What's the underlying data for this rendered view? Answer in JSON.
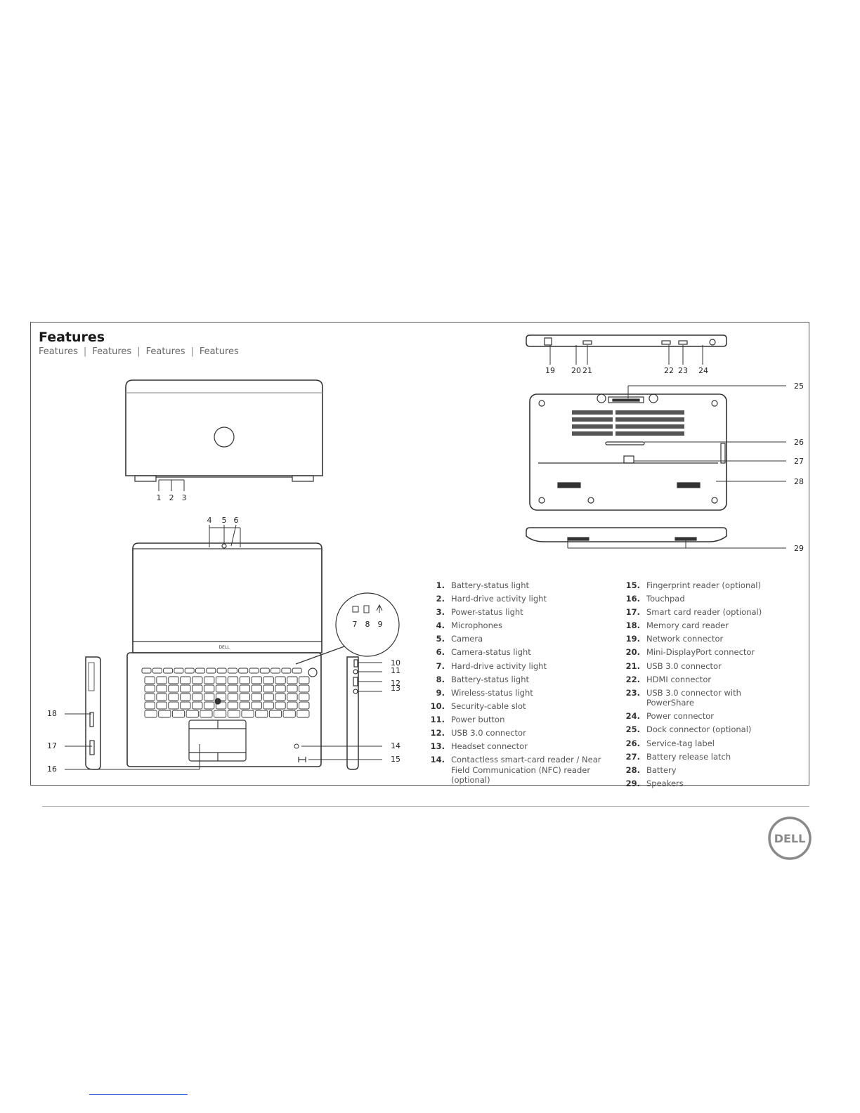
{
  "header": {
    "title": "Features",
    "breadcrumb": [
      "Features",
      "Features",
      "Features",
      "Features"
    ]
  },
  "logo_text": "DELL",
  "callouts": [
    "1",
    "2",
    "3",
    "4",
    "5",
    "6",
    "7",
    "8",
    "9",
    "10",
    "11",
    "12",
    "13",
    "14",
    "15",
    "16",
    "17",
    "18",
    "19",
    "20",
    "21",
    "22",
    "23",
    "24",
    "25",
    "26",
    "27",
    "28",
    "29"
  ],
  "legend": {
    "left": [
      {
        "num": "1.",
        "text": "Battery-status light"
      },
      {
        "num": "2.",
        "text": "Hard-drive activity light"
      },
      {
        "num": "3.",
        "text": "Power-status light"
      },
      {
        "num": "4.",
        "text": "Microphones"
      },
      {
        "num": "5.",
        "text": "Camera"
      },
      {
        "num": "6.",
        "text": "Camera-status light"
      },
      {
        "num": "7.",
        "text": "Hard-drive activity light"
      },
      {
        "num": "8.",
        "text": "Battery-status light"
      },
      {
        "num": "9.",
        "text": "Wireless-status light"
      },
      {
        "num": "10.",
        "text": "Security-cable slot"
      },
      {
        "num": "11.",
        "text": "Power button"
      },
      {
        "num": "12.",
        "text": "USB 3.0 connector"
      },
      {
        "num": "13.",
        "text": "Headset connector"
      },
      {
        "num": "14.",
        "text": "Contactless smart-card reader / Near Field Communication (NFC) reader (optional)"
      }
    ],
    "right": [
      {
        "num": "15.",
        "text": "Fingerprint reader (optional)"
      },
      {
        "num": "16.",
        "text": "Touchpad"
      },
      {
        "num": "17.",
        "text": "Smart card reader (optional)"
      },
      {
        "num": "18.",
        "text": "Memory card reader"
      },
      {
        "num": "19.",
        "text": "Network connector"
      },
      {
        "num": "20.",
        "text": "Mini-DisplayPort connector"
      },
      {
        "num": "21.",
        "text": "USB 3.0 connector"
      },
      {
        "num": "22.",
        "text": "HDMI connector"
      },
      {
        "num": "23.",
        "text": "USB 3.0 connector with PowerShare"
      },
      {
        "num": "24.",
        "text": "Power connector"
      },
      {
        "num": "25.",
        "text": "Dock connector (optional)"
      },
      {
        "num": "26.",
        "text": "Service-tag label"
      },
      {
        "num": "27.",
        "text": "Battery release latch"
      },
      {
        "num": "28.",
        "text": "Battery"
      },
      {
        "num": "29.",
        "text": "Speakers"
      }
    ]
  }
}
